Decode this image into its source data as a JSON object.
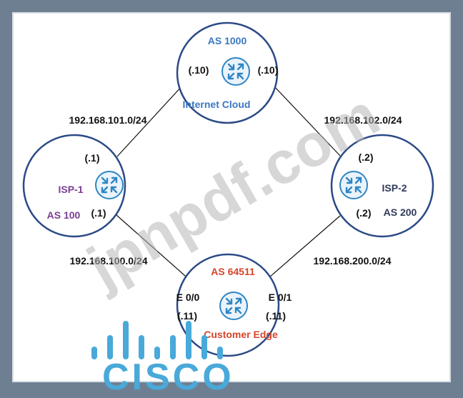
{
  "nodes": {
    "internet_cloud": {
      "as": "AS 1000",
      "name": "Internet Cloud",
      "left_addr": "(.10)",
      "right_addr": "(.10)"
    },
    "isp1": {
      "as": "AS 100",
      "name": "ISP-1",
      "top_addr": "(.1)",
      "bottom_addr": "(.1)"
    },
    "isp2": {
      "as": "AS 200",
      "name": "ISP-2",
      "top_addr": "(.2)",
      "bottom_addr": "(.2)"
    },
    "customer_edge": {
      "as": "AS 64511",
      "name": "Customer Edge",
      "left_if": "E 0/0",
      "right_if": "E 0/1",
      "left_addr": "(.11)",
      "right_addr": "(.11)"
    }
  },
  "links": {
    "cloud_isp1": "192.168.101.0/24",
    "cloud_isp2": "192.168.102.0/24",
    "isp1_edge": "192.168.100.0/24",
    "isp2_edge": "192.168.200.0/24"
  },
  "watermark": "jpnpdf.com",
  "logo": {
    "text": "CISCO"
  },
  "colors": {
    "background": "#6f7f92",
    "panel": "#ffffff",
    "circle_stroke": "#2b4a86",
    "router": "#2f86c4",
    "as_blue": "#3b78c2",
    "as_purple": "#7b3e96",
    "as_red": "#d6452b",
    "as_dark": "#2f3a5b",
    "cisco_blue": "#49a9d9"
  }
}
